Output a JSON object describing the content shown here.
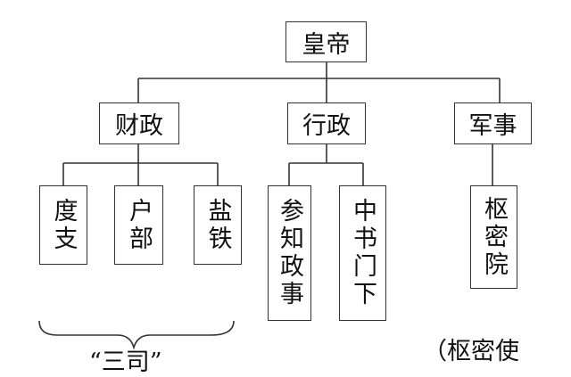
{
  "chart": {
    "root": "皇帝",
    "branches": [
      "财政",
      "行政",
      "军事"
    ],
    "finance_offices": [
      "度支",
      "户部",
      "盐铁"
    ],
    "admin_offices": [
      "参知政事",
      "中书门下"
    ],
    "military_offices": [
      "枢密院"
    ]
  },
  "notes": {
    "three_offices": "“三司”",
    "military_note": "（枢密使"
  }
}
